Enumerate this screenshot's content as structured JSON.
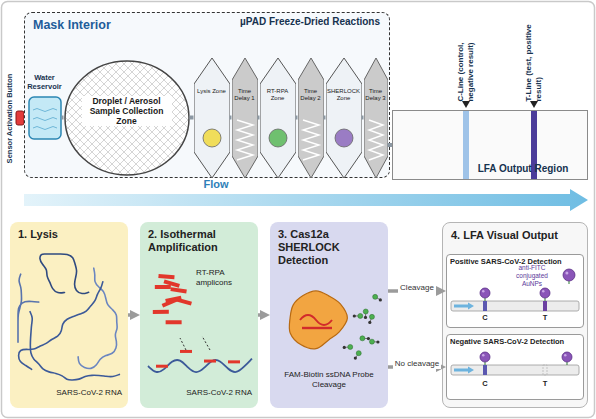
{
  "diagram": {
    "nodes": [
      {
        "text": [
          "Mask Interior"
        ]
      },
      {
        "text": [
          "Water Reservoir"
        ],
        "in": 0
      },
      {
        "text": [
          "Droplet / Aerosol Sample Collection Zone"
        ],
        "in": 0
      },
      {
        "text": [
          "Lysis Zone"
        ],
        "in": 0
      },
      {
        "text": [
          "Time Delay 1"
        ],
        "in": 0
      },
      {
        "text": [
          "RT-RPA Zone"
        ],
        "in": 0
      },
      {
        "text": [
          "Time Delay 2"
        ],
        "in": 0
      },
      {
        "text": [
          "SHERLOCK Zone"
        ],
        "in": 0
      },
      {
        "text": [
          "Time Delay 3"
        ],
        "in": 0
      },
      {
        "text": [
          "LFA Output Region"
        ]
      },
      {
        "text": [
          "1. Lysis",
          "SARS-CoV-2 RNA"
        ]
      },
      {
        "text": [
          "2. Isothermal Amplification",
          "RT-RPA amplicons",
          "SARS-CoV-2 RNA"
        ]
      },
      {
        "text": [
          "3. Cas12a SHERLOCK Detection",
          "FAM-Biotin ssDNA Probe Cleavage"
        ]
      },
      {
        "text": [
          "4. LFA Visual Output"
        ]
      },
      {
        "text": [
          "Positive SARS-CoV-2 Detection",
          "anti-FITC conjugated AuNPs",
          "C",
          "T"
        ],
        "in": 13
      },
      {
        "text": [
          "Negative SARS-CoV-2 Detection",
          "C",
          "T"
        ],
        "in": 13
      }
    ],
    "edges": [
      {
        "from": 1,
        "to": 2,
        "arrow": "none"
      },
      {
        "from": 2,
        "to": 3,
        "arrow": "none"
      },
      {
        "from": 3,
        "to": 4,
        "arrow": "none"
      },
      {
        "from": 4,
        "to": 5,
        "arrow": "none"
      },
      {
        "from": 5,
        "to": 6,
        "arrow": "none"
      },
      {
        "from": 6,
        "to": 7,
        "arrow": "none"
      },
      {
        "from": 7,
        "to": 8,
        "arrow": "none"
      },
      {
        "from": 8,
        "to": 9,
        "arrow": "none"
      },
      {
        "from": 10,
        "to": 11,
        "arrow": "to"
      },
      {
        "from": 11,
        "to": 12,
        "arrow": "to"
      },
      {
        "from": 12,
        "to": 14,
        "label": "Cleavage",
        "arrow": "to"
      },
      {
        "from": 12,
        "to": 15,
        "label": "No cleavage",
        "arrow": "to"
      }
    ],
    "labels": [
      "Sensor Activation Button",
      "µPAD Freeze-Dried Reactions",
      "C-Line (control, negative result)",
      "T-Line (test, positive result)",
      "Flow"
    ]
  }
}
